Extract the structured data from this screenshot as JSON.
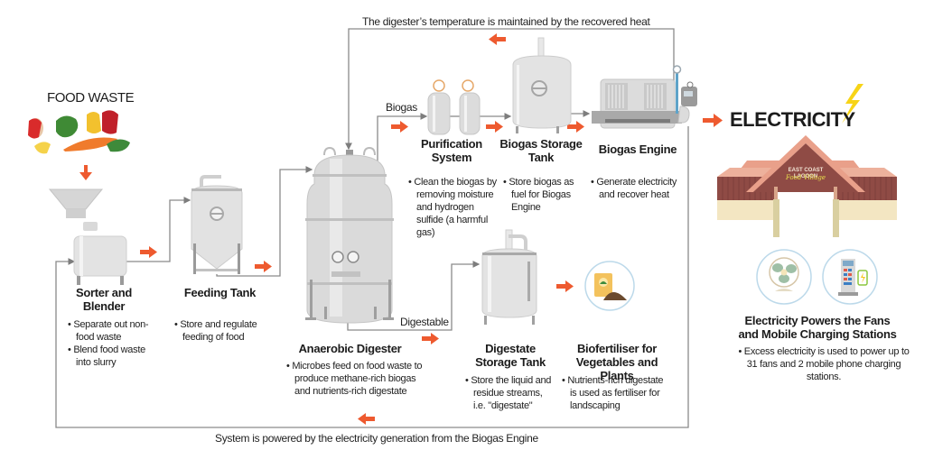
{
  "header": {
    "food_waste_label": "FOOD WASTE",
    "electricity_label": "ELECTRICITY"
  },
  "flows": {
    "top_loop": "The digester’s temperature is maintained by the recovered heat",
    "bottom_loop": "System is powered by the electricity generation from the Biogas Engine",
    "biogas": "Biogas",
    "digestable": "Digestable"
  },
  "stages": [
    {
      "id": "sorter",
      "title": "Sorter and Blender",
      "title_lines": [
        "Sorter and",
        "Blender"
      ],
      "bullets": [
        "Separate out non-food waste",
        "Blend food waste into slurry"
      ]
    },
    {
      "id": "feeding",
      "title": "Feeding Tank",
      "title_lines": [
        "Feeding Tank"
      ],
      "bullets": [
        "Store and regulate feeding of food"
      ]
    },
    {
      "id": "digester",
      "title": "Anaerobic Digester",
      "title_lines": [
        "Anaerobic Digester"
      ],
      "bullets": [
        "Microbes feed on food waste to produce methane-rich biogas and nutrients-rich digestate"
      ]
    },
    {
      "id": "purification",
      "title": "Purification System",
      "title_lines": [
        "Purification",
        "System"
      ],
      "bullets": [
        "Clean the biogas by removing moisture and hydrogen sulfide (a harmful gas)"
      ]
    },
    {
      "id": "biogas_storage",
      "title": "Biogas Storage Tank",
      "title_lines": [
        "Biogas Storage",
        "Tank"
      ],
      "bullets": [
        "Store biogas as fuel for Biogas Engine"
      ]
    },
    {
      "id": "engine",
      "title": "Biogas Engine",
      "title_lines": [
        "Biogas Engine"
      ],
      "bullets": [
        "Generate electricity and recover heat"
      ]
    },
    {
      "id": "digestate_storage",
      "title": "Digestate Storage Tank",
      "title_lines": [
        "Digestate",
        "Storage Tank"
      ],
      "bullets": [
        "Store the liquid and residue streams, i.e. \"digestate\""
      ]
    },
    {
      "id": "biofertiliser",
      "title": "Biofertiliser for Vegetables and Plants",
      "title_lines": [
        "Biofertiliser for",
        "Vegetables and Plants"
      ],
      "bullets": [
        "Nutrients-rich digestate is used as fertiliser for landscaping"
      ]
    },
    {
      "id": "powers",
      "title": "Electricity Powers the Fans and Mobile Charging Stations",
      "title_lines": [
        "Electricity Powers the Fans",
        "and Mobile Charging Stations"
      ],
      "bullets": [
        "Excess electricity is used to power up to 31 fans and 2 mobile phone charging stations."
      ]
    }
  ],
  "building": {
    "sign_line1": "EAST COAST LAGOON",
    "sign_line2": "Food Village"
  },
  "stats": {
    "fans": 31,
    "charging_stations": 2
  },
  "colors": {
    "arrow": "#ee5a2f",
    "line": "#8a8a8a",
    "tank": "#d9d9d9",
    "bolt": "#f7d417",
    "roof": "#e9a08a",
    "wall": "#8f4b45",
    "circle": "#bcd9ea"
  },
  "icons": [
    "food-waste-illustration",
    "lightning-bolt-icon",
    "fan-icon",
    "charging-station-icon",
    "fertiliser-bag-icon"
  ]
}
